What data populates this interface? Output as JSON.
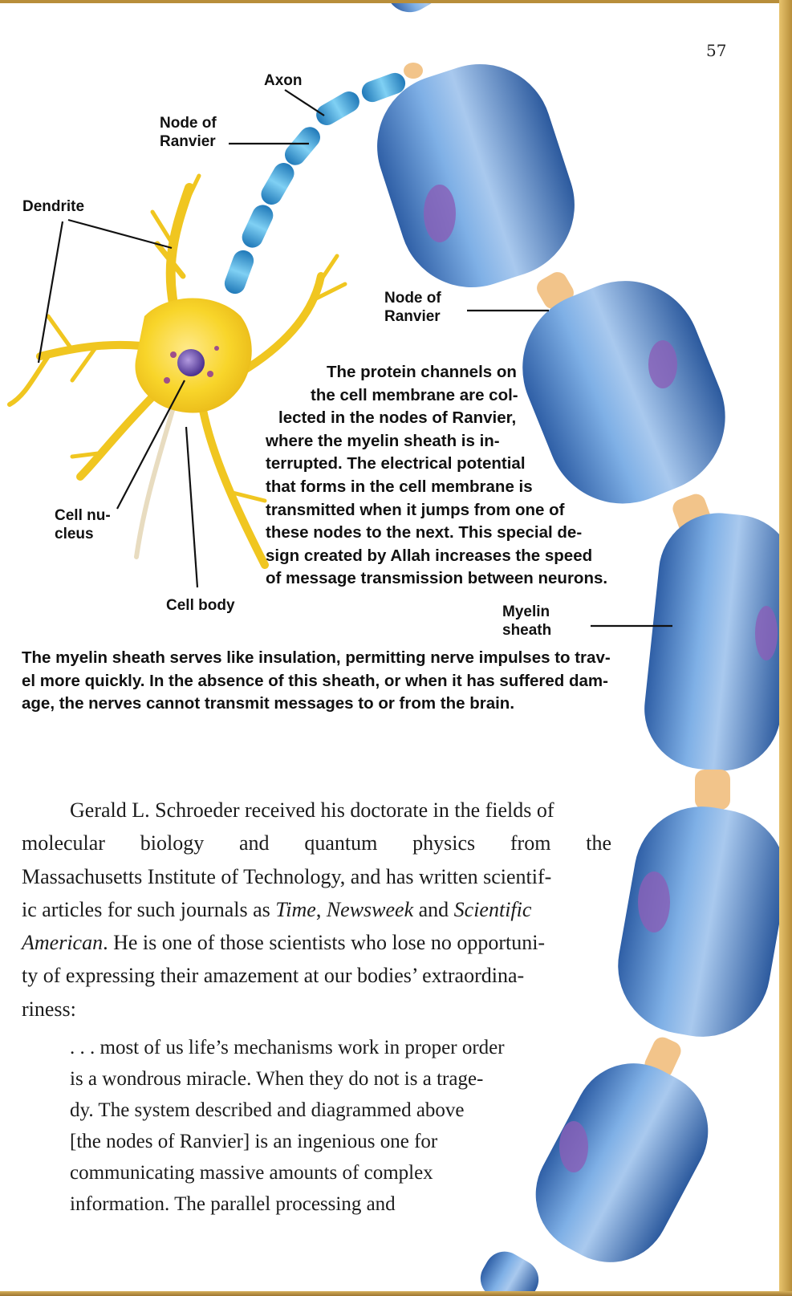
{
  "page_number": "57",
  "diagram": {
    "labels": {
      "axon": "Axon",
      "node_top_1": "Node of",
      "node_top_2": "Ranvier",
      "dendrite": "Dendrite",
      "node_mid_1": "Node of",
      "node_mid_2": "Ranvier",
      "nucleus_1": "Cell nu-",
      "nucleus_2": "cleus",
      "cell_body": "Cell body",
      "myelin_1": "Myelin",
      "myelin_2": "sheath"
    },
    "colors": {
      "sheath": "#4f86c9",
      "node": "#f2c48a",
      "cell": "#f7d428",
      "nucleus": "#6b4fa8"
    }
  },
  "side_caption": [
    "The protein channels on",
    "the cell membrane are col-",
    "lected in the nodes of Ranvier,",
    "where the myelin sheath is in-",
    "terrupted. The electrical potential",
    "that forms in the cell membrane is",
    "transmitted when it jumps from one of",
    "these nodes to the next. This special de-",
    "sign created by Allah increases the speed",
    "of message transmission between neurons."
  ],
  "main_caption": [
    "The myelin sheath serves like insulation, permitting nerve impulses to trav-",
    "el more quickly. In the absence of this sheath, or when it has suffered dam-",
    "age, the nerves cannot transmit messages to or from the brain."
  ],
  "body": {
    "l1": "Gerald L. Schroeder received his doctorate in the fields of",
    "l2": "molecular biology and quantum physics from the",
    "l3": "Massachusetts Institute of Technology, and has written scientif-",
    "l4a": "ic articles for such journals as ",
    "l4_time": "Time",
    "l4b": ", ",
    "l4_newsweek": "Newsweek",
    "l4c": " and ",
    "l4_scientific": "Scientific",
    "l5_american": "American",
    "l5b": ". He is one of those scientists who lose no opportuni-",
    "l6": "ty of expressing their amazement at our bodies’ extraordina-",
    "l7": "riness:"
  },
  "quote": [
    ". . . most of us life’s mechanisms work in proper order",
    "is a wondrous miracle. When they do not is a trage-",
    "dy. The system described and diagrammed above",
    "[the nodes of Ranvier] is an ingenious one for",
    "communicating massive amounts of complex",
    "information. The parallel processing and"
  ]
}
